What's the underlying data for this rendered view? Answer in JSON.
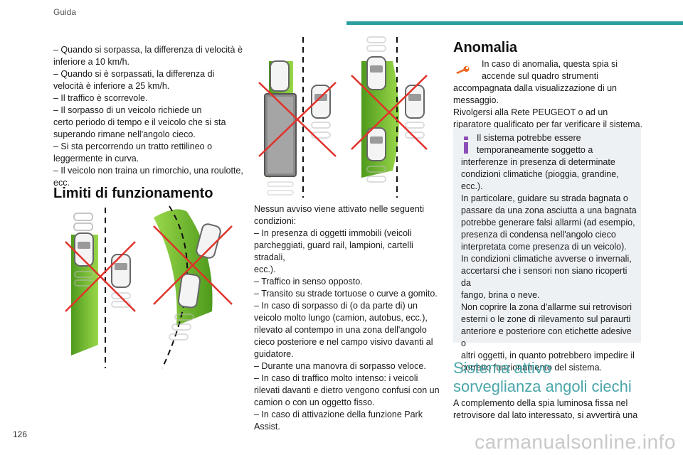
{
  "header": {
    "section": "Guida"
  },
  "page": {
    "number": "126"
  },
  "watermark": "carmanualsonline.info",
  "col1": {
    "lines": [
      "– Quando si sorpassa, la differenza di velocità è",
      "inferiore a 10 km/h.",
      "– Quando si è sorpassati, la differenza di",
      "velocità è inferiore a 25 km/h.",
      "– Il traffico è scorrevole.",
      "– Il sorpasso di un veicolo richiede un",
      "certo periodo di tempo e il veicolo che si sta",
      "superando rimane nell'angolo cieco.",
      "– Si sta percorrendo un tratto rettilineo o",
      "leggermente in curva.",
      "– Il veicolo non traina un rimorchio, una roulotte,",
      "ecc."
    ],
    "heading": "Limiti di funzionamento"
  },
  "col2": {
    "lines": [
      "Nessun avviso viene attivato nelle seguenti",
      "condizioni:",
      "– In presenza di oggetti immobili (veicoli",
      "parcheggiati, guard rail, lampioni, cartelli stradali,",
      "ecc.).",
      "– Traffico in senso opposto.",
      "– Transito su strade tortuose o curve a gomito.",
      "– In caso di sorpasso di (o da parte di) un",
      "veicolo molto lungo (camion, autobus, ecc.),",
      "rilevato al contempo in una zona dell'angolo",
      "cieco posteriore e nel campo visivo davanti al",
      "guidatore.",
      "– Durante una manovra di sorpasso veloce.",
      "– In caso di traffico molto intenso: i veicoli",
      "rilevati davanti e dietro vengono confusi con un",
      "camion o con un oggetto fisso.",
      "– In caso di attivazione della funzione Park",
      "Assist."
    ]
  },
  "col3": {
    "heading": "Anomalia",
    "icons": {
      "anomaly": "wrench-icon",
      "info": "info-icon"
    },
    "anomaly_lines": [
      "In caso di anomalia, questa spia si",
      "accende sul quadro strumenti",
      "accompagnata dalla visualizzazione di un",
      "messaggio.",
      "Rivolgersi alla Rete PEUGEOT o ad un",
      "riparatore qualificato per far verificare il sistema."
    ],
    "info_lines": [
      "Il sistema potrebbe essere",
      "temporaneamente soggetto a",
      "interferenze in presenza di determinate",
      "condizioni climatiche (pioggia, grandine,",
      "ecc.).",
      "In particolare, guidare su strada bagnata o",
      "passare da una zona asciutta a una bagnata",
      "potrebbe generare falsi allarmi (ad esempio,",
      "presenza di condensa nell'angolo cieco",
      "interpretata come presenza di un veicolo).",
      "In condizioni climatiche avverse o invernali,",
      "accertarsi che i sensori non siano ricoperti da",
      "fango, brina o neve.",
      "Non coprire la zona d'allarme sui retrovisori",
      "esterni o le zone di rilevamento sul paraurti",
      "anteriore e posteriore con etichette adesive o",
      "altri oggetti, in quanto potrebbero impedire il",
      "corretto funzionamento del sistema."
    ],
    "active_heading_1": "Sistema attivo",
    "active_heading_2": "sorveglianza angoli ciechi",
    "active_lines": [
      "A complemento della spia luminosa fissa nel",
      "retrovisore dal lato interessato, si avvertirà una"
    ]
  },
  "colors": {
    "accent": "#2b9ea0",
    "zone_green": "#6fbf2a",
    "cross_red": "#e0322b",
    "icon_orange": "#e8681f"
  }
}
